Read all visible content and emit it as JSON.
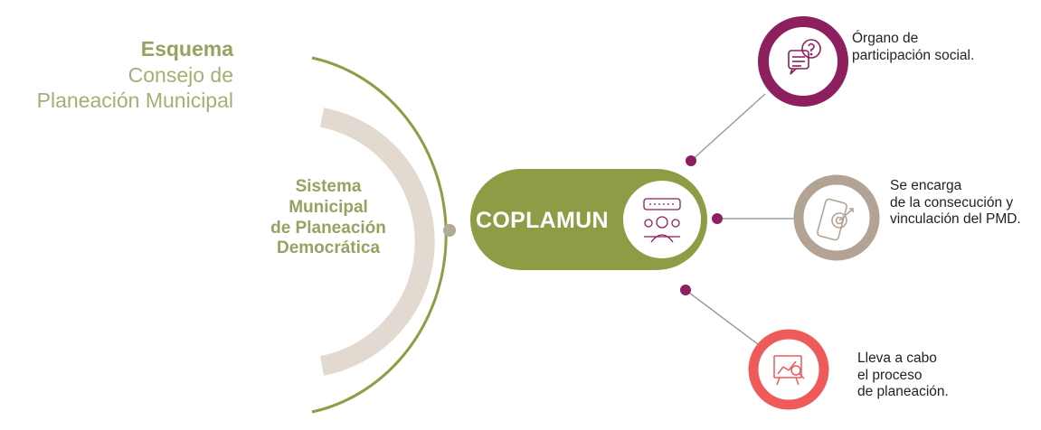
{
  "title": {
    "strong": "Esquema",
    "line1": "Consejo de",
    "line2": "Planeación Municipal"
  },
  "system": {
    "lines": [
      "Sistema",
      "Municipal",
      "de Planeación",
      "Democrática"
    ]
  },
  "center": {
    "label": "COPLAMUN"
  },
  "nodes": [
    {
      "lines": [
        "Órgano de",
        "participación social."
      ],
      "ring_color": "#8e1f5e",
      "icon": "chat-question-icon"
    },
    {
      "lines": [
        "Se encarga",
        "de la consecución y",
        "vinculación del PMD."
      ],
      "ring_color": "#b3a394",
      "icon": "phone-target-icon"
    },
    {
      "lines": [
        "Lleva a cabo",
        "el proceso",
        "de planeación."
      ],
      "ring_color": "#ef5a5a",
      "icon": "presentation-chart-icon"
    }
  ],
  "colors": {
    "olive": "#8f9b45",
    "olive_text": "#9aa160",
    "beige": "#e2d9d1",
    "connector_dot": "#8e1f5e",
    "line": "#9e9e9e"
  }
}
